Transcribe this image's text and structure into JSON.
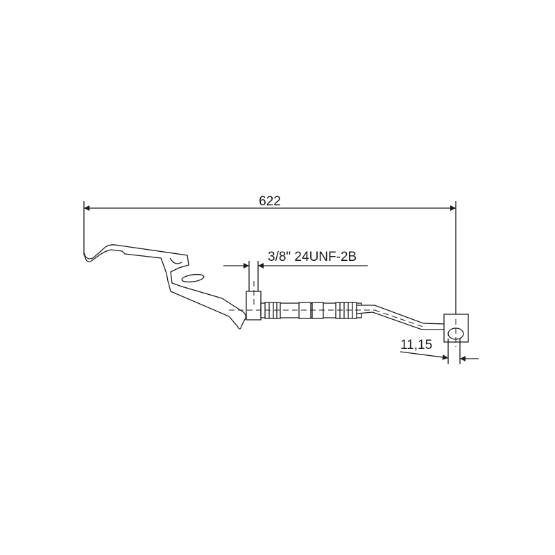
{
  "drawing": {
    "overall_length_label": "622",
    "thread_label": "3/8\" 24UNF-2B",
    "eye_width_label": "11,15"
  },
  "colors": {
    "line": "#1a1a1a",
    "background": "#ffffff"
  }
}
